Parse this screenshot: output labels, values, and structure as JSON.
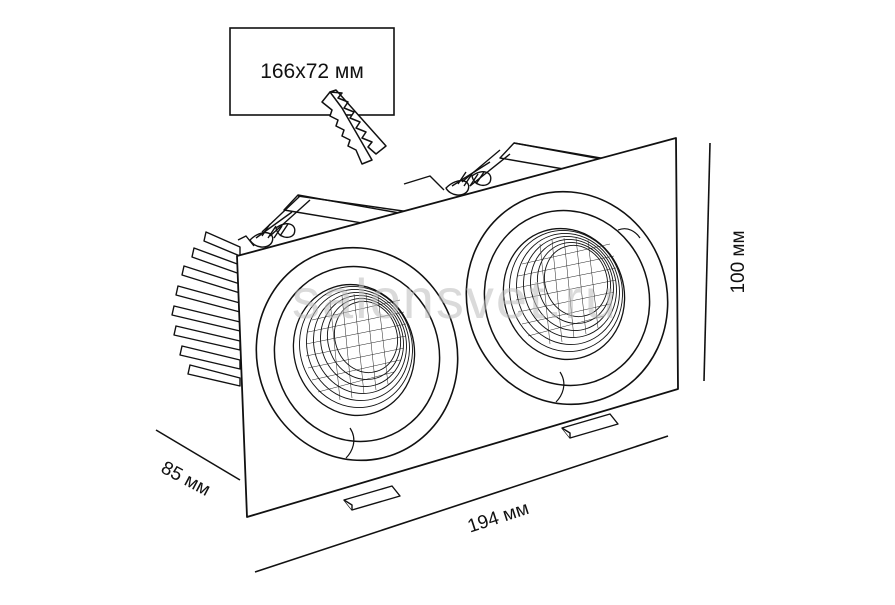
{
  "cutout_label": "166x72 мм",
  "dimensions": {
    "width": "194 мм",
    "height": "100 мм",
    "depth": "85 мм"
  },
  "watermark": "salonsvet.ru",
  "colors": {
    "line": "#111111",
    "background": "#ffffff",
    "watermark": "#bdbdbd"
  }
}
